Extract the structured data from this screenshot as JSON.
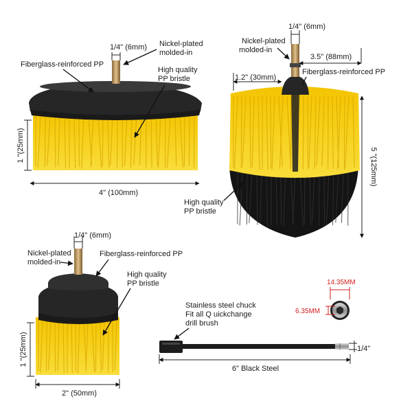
{
  "colors": {
    "bristle": "#f7d10e",
    "bristle_shade": "#d9a900",
    "base": "#2a2a2a",
    "black_bristle": "#151515",
    "shank": "#b8935e",
    "dim_red": "#d21f1f"
  },
  "flat_brush": {
    "shank_dim": "1/4\" (6mm)",
    "nickel_label": [
      "Nickel-plated",
      "molded-in"
    ],
    "fiberglass_label": "Fiberglass-reinforced PP",
    "bristle_label": [
      "High quality",
      "PP bristle"
    ],
    "height_dim": "1 \"(25mm)",
    "width_dim": "4\" (100mm)"
  },
  "cone_brush": {
    "shank_dim": "1/4\" (6mm)",
    "nickel_label": [
      "Nickel-plated",
      "molded-in"
    ],
    "width_dim": "3.5\" (88mm)",
    "fiberglass_label": "Fiberglass-reinforced PP",
    "top_dim": "1.2\" (30mm)",
    "height_dim": "5 \"(125mm)",
    "bristle_label": [
      "High quality",
      "PP bristle"
    ]
  },
  "small_brush": {
    "shank_dim": "1/4\" (6mm)",
    "nickel_label": [
      "Nickel-plated",
      "molded-in"
    ],
    "fiberglass_label": "Fiberglass-reinforced PP",
    "bristle_label": [
      "High quality",
      "PP bristle"
    ],
    "height_dim": "1 \"(25mm)",
    "width_dim": "2\" (50mm)"
  },
  "extension": {
    "chuck_label": [
      "Stainless steel chuck",
      "Fit all Q uickchange",
      "drill brush"
    ],
    "length_dim": "6\" Black Steel",
    "shank_dim": "1/4\"",
    "outer_dim": "14.35MM",
    "inner_dim": "6.35MM"
  }
}
